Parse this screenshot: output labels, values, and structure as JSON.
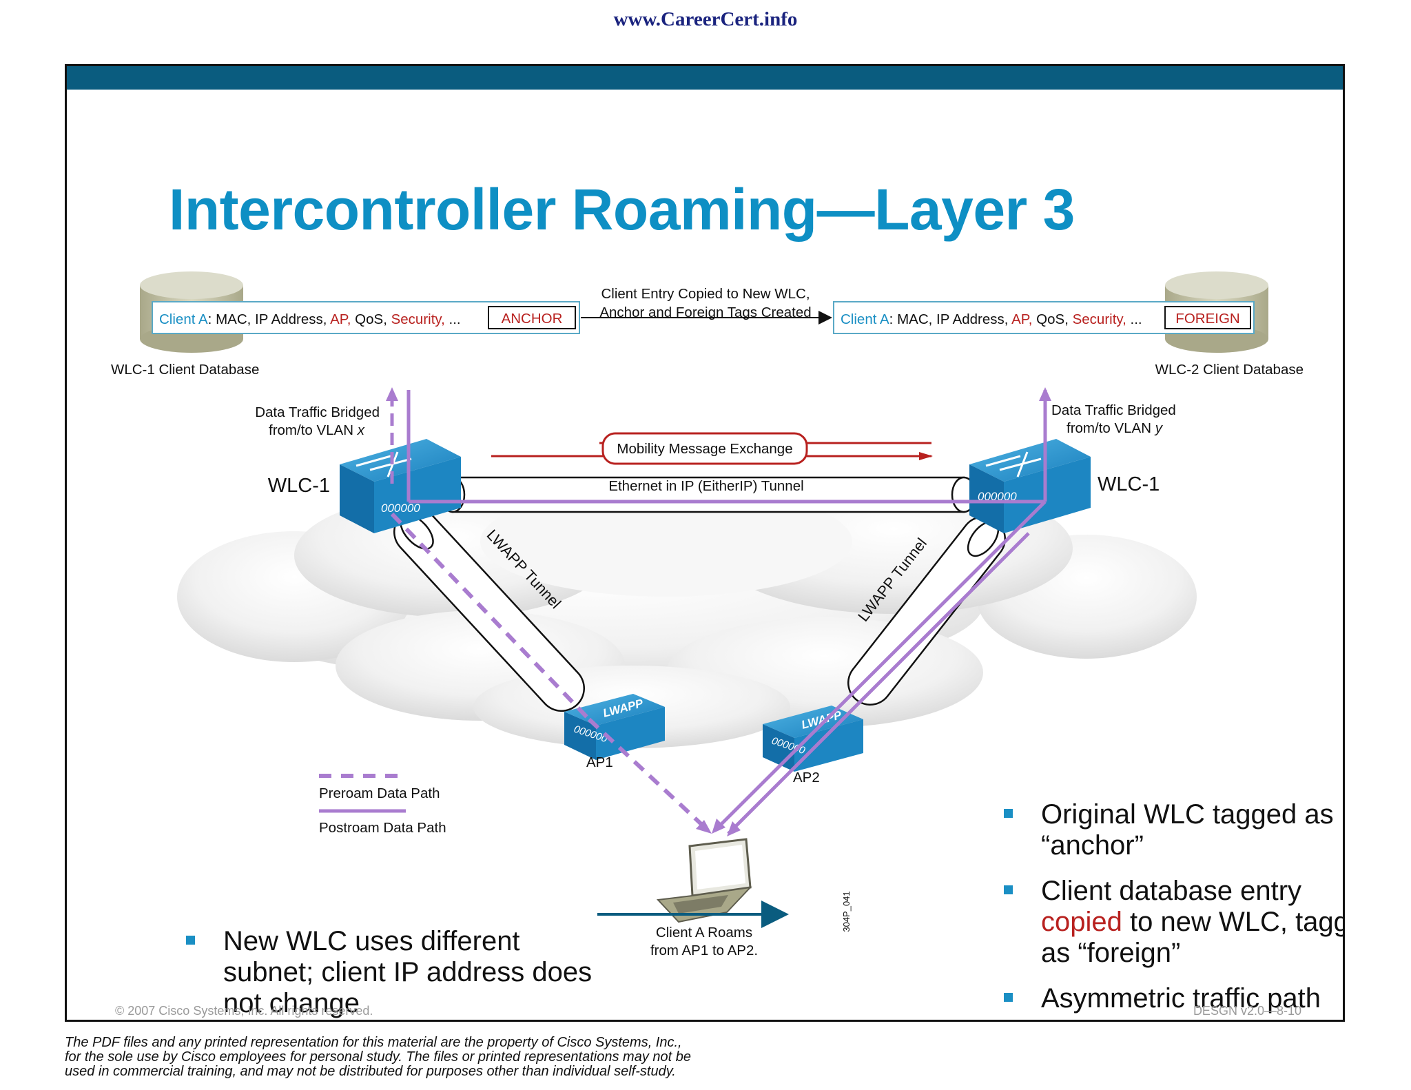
{
  "site_url": "www.CareerCert.info",
  "slide": {
    "title": "Intercontroller Roaming—Layer 3",
    "copyright": "© 2007 Cisco Systems, Inc. All rights reserved.",
    "course_id": "DESGN v2.0—8-10"
  },
  "diagram": {
    "copy_note_line1": "Client Entry Copied to New WLC,",
    "copy_note_line2": "Anchor and Foreign Tags Created",
    "db_left": {
      "client": "Client A",
      "sep": ":",
      "mac": "MAC, IP Address,",
      "ap": "AP,",
      "qos": "QoS,",
      "security": "Security,",
      "etc": "...",
      "tag": "ANCHOR",
      "caption": "WLC-1 Client Database"
    },
    "db_right": {
      "client": "Client A",
      "sep": ":",
      "mac": "MAC, IP Address,",
      "ap": "AP,",
      "qos": "QoS,",
      "security": "Security,",
      "etc": "...",
      "tag": "FOREIGN",
      "caption": "WLC-2 Client Database"
    },
    "bridge_left_line1": "Data Traffic Bridged",
    "bridge_left_line2": "from/to VLAN",
    "bridge_left_var": "x",
    "bridge_right_line1": "Data Traffic Bridged",
    "bridge_right_line2": "from/to VLAN",
    "bridge_right_var": "y",
    "mobility_label": "Mobility Message Exchange",
    "wlc_left_label": "WLC-1",
    "wlc_right_label": "WLC-1",
    "ethernet_tunnel_label": "Ethernet in IP (EitherIP) Tunnel",
    "lwapp_left_label": "LWAPP Tunnel",
    "lwapp_right_label": "LWAPP Tunnel",
    "ap_badge": "LWAPP",
    "ap1_label": "AP1",
    "ap2_label": "AP2",
    "legend_preroam": "Preroam Data Path",
    "legend_postroam": "Postroam Data Path",
    "roam_line1": "Client A Roams",
    "roam_line2": "from AP1 to AP2.",
    "figure_id": "304P_041"
  },
  "bullets_left": [
    {
      "text": "New WLC uses different subnet; client IP address does not change"
    }
  ],
  "bullets_right": [
    {
      "text": "Original WLC tagged as “anchor”"
    },
    {
      "pre": "Client database entry ",
      "highlight": "copied",
      "post": " to new WLC, tagged as “foreign”"
    },
    {
      "text": "Asymmetric traffic path"
    }
  ],
  "footer_lines": [
    "The PDF files and any printed representation for this material are the property of Cisco Systems, Inc.,",
    "for the sole use by Cisco employees for personal study. The files or printed representations may not be",
    "used in commercial training, and may not be distributed for purposes other than individual self-study."
  ],
  "colors": {
    "title_blue": "#0e8fc4",
    "header_bar": "#0a5c7f",
    "path_purple": "#a97ccf",
    "mobility_red": "#b8211f",
    "device_blue": "#1d86c2"
  }
}
